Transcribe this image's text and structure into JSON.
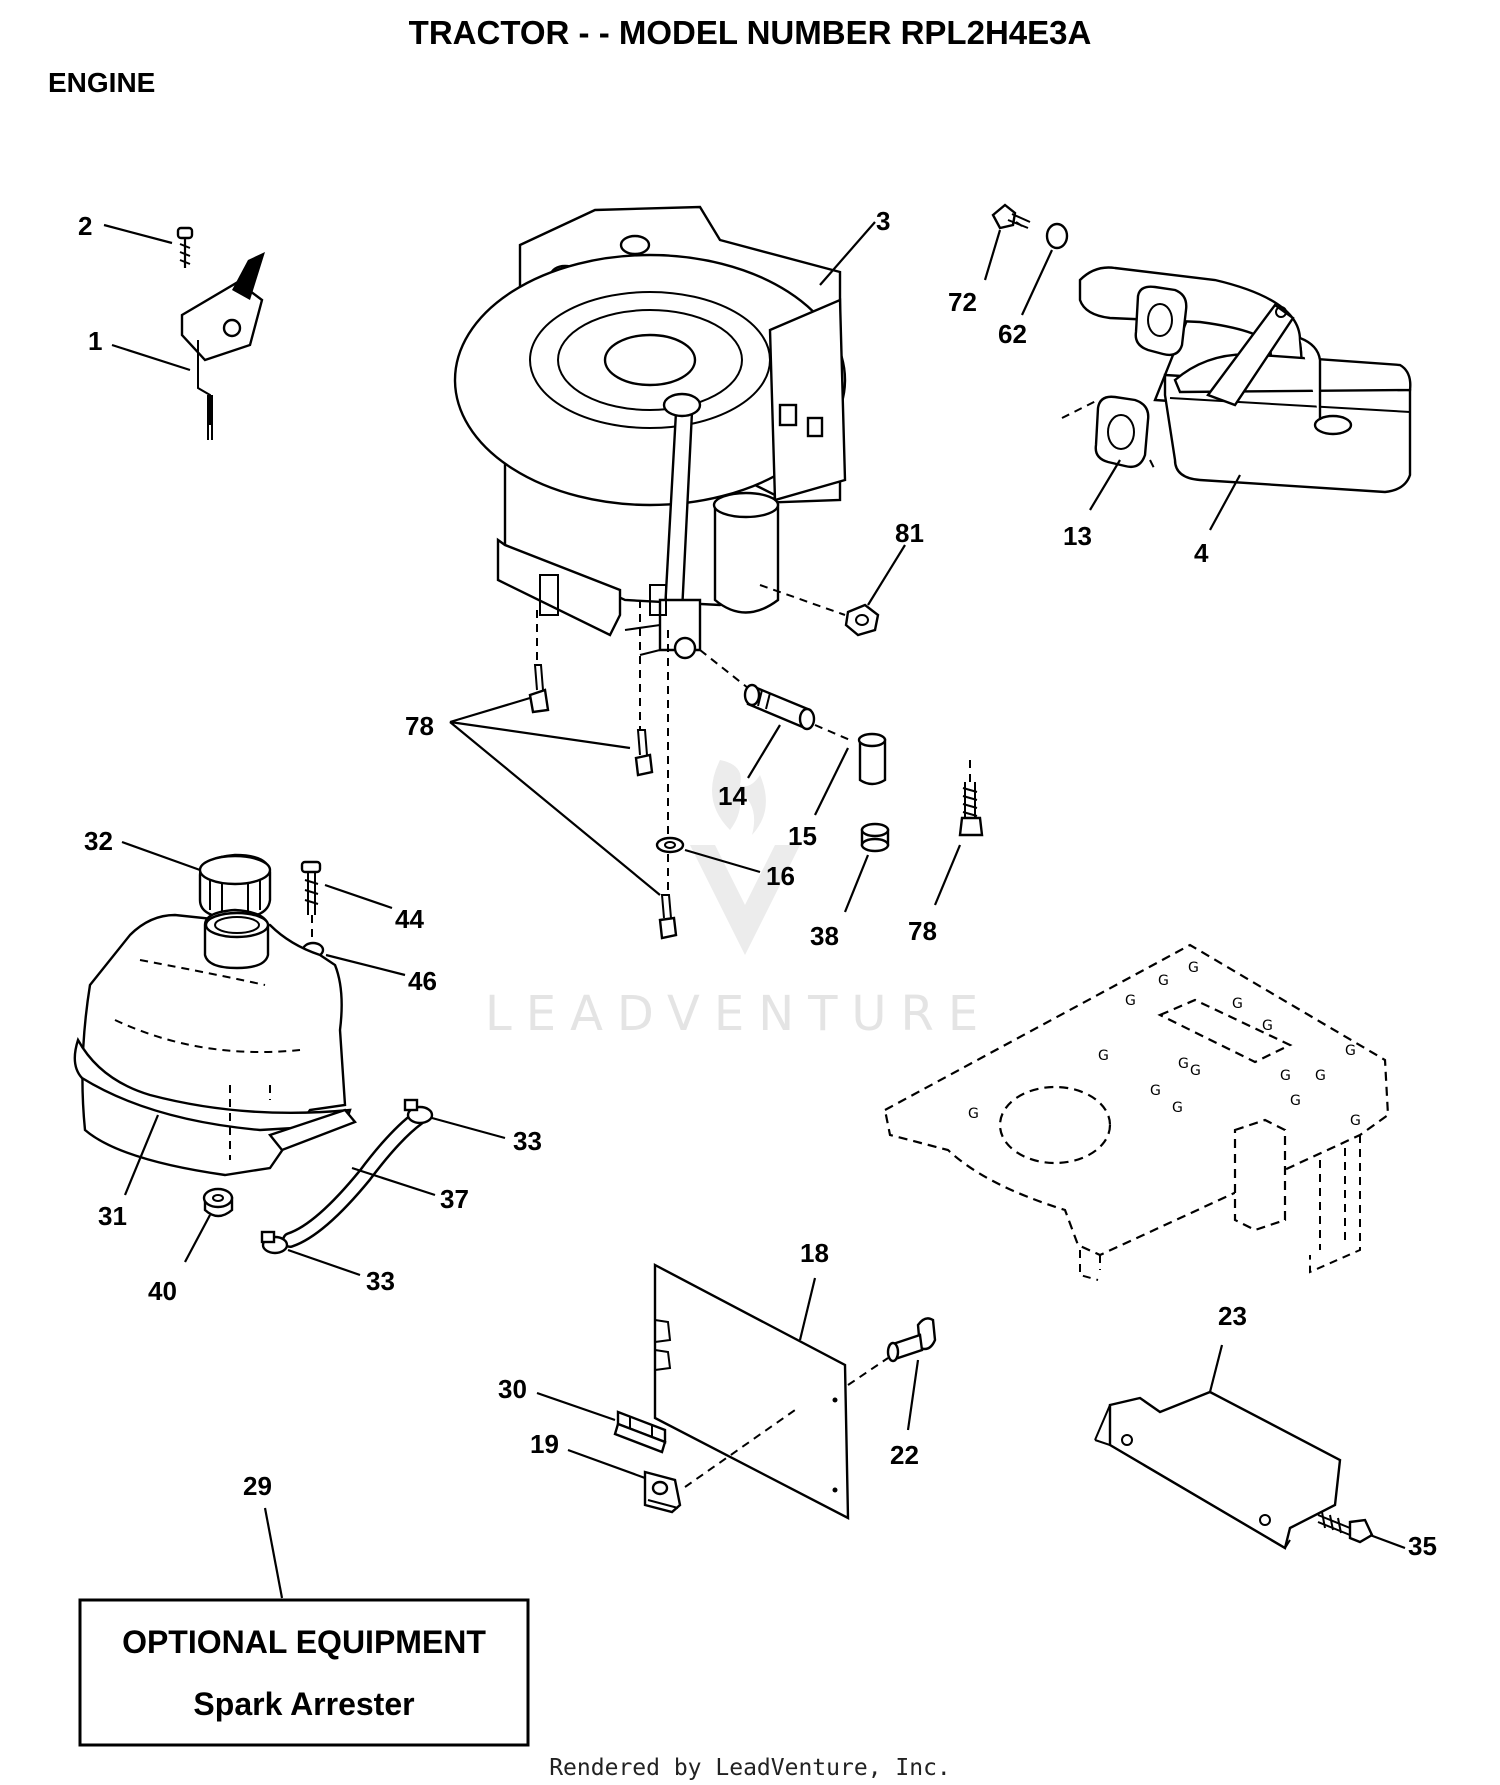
{
  "title": "TRACTOR - - MODEL NUMBER RPL2H4E3A",
  "section": "ENGINE",
  "callouts": {
    "c1": "1",
    "c2": "2",
    "c3": "3",
    "c4": "4",
    "c13": "13",
    "c14": "14",
    "c15": "15",
    "c16": "16",
    "c18": "18",
    "c19": "19",
    "c22": "22",
    "c23": "23",
    "c29": "29",
    "c30": "30",
    "c31": "31",
    "c32": "32",
    "c33a": "33",
    "c33b": "33",
    "c35": "35",
    "c37": "37",
    "c38": "38",
    "c40": "40",
    "c44": "44",
    "c46": "46",
    "c62": "62",
    "c72": "72",
    "c78a": "78",
    "c78b": "78",
    "c81": "81"
  },
  "optional_box": {
    "line1": "OPTIONAL EQUIPMENT",
    "line2": "Spark Arrester"
  },
  "watermark": "LEADVENTURE",
  "footer": "Rendered by LeadVenture, Inc."
}
